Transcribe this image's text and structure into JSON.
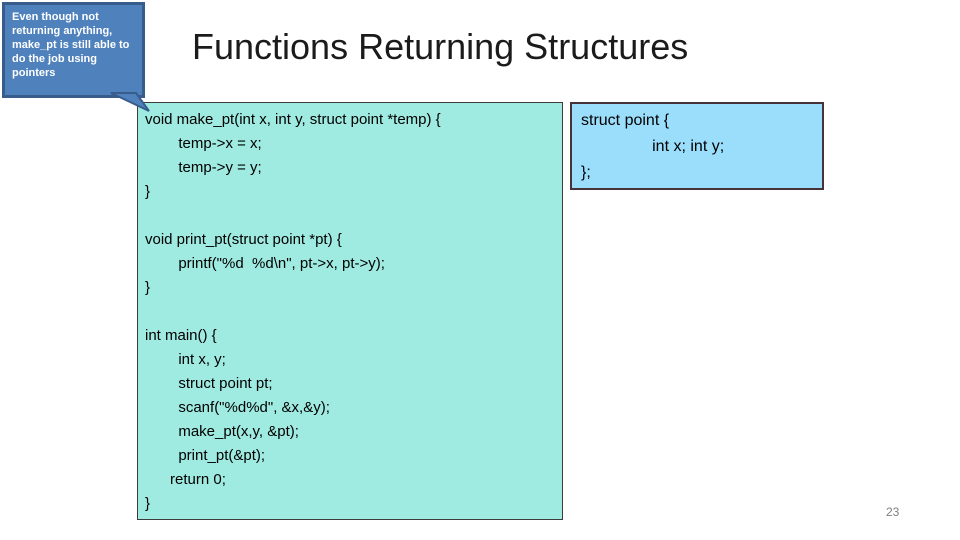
{
  "slide": {
    "title": "Functions Returning Structures",
    "title_color": "#1b1b1b",
    "background": "#ffffff",
    "page_number": "23"
  },
  "callout": {
    "text": "Even though not returning anything, make_pt is still able to do the job using pointers",
    "fill": "#4f81bd",
    "border": "#385d8a",
    "text_color": "#ffffff"
  },
  "code_box": {
    "fill": "#9febe1",
    "border": "#3c3c3c",
    "lines": [
      "void make_pt(int x, int y, struct point *temp) {",
      "        temp->x = x;",
      "        temp->y = y;",
      "}",
      "",
      "void print_pt(struct point *pt) {",
      "        printf(\"%d  %d\\n\", pt->x, pt->y);",
      "}",
      "",
      "int main() {",
      "        int x, y;",
      "        struct point pt;",
      "        scanf(\"%d%d\", &x,&y);",
      "        make_pt(x,y, &pt);",
      "        print_pt(&pt);",
      "      return 0;",
      "}"
    ]
  },
  "struct_box": {
    "fill": "#9adefc",
    "border": "#463238",
    "lines": [
      "struct point {",
      "                int x; int y;",
      "};"
    ]
  }
}
